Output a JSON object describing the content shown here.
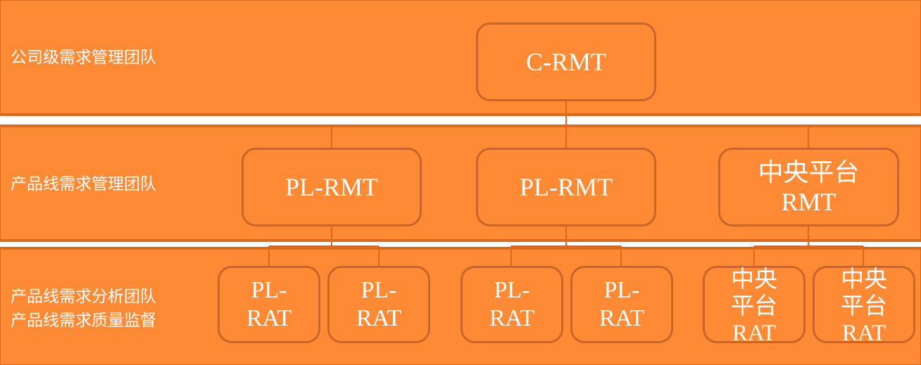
{
  "bands": [
    {
      "label": "公司级需求管理团队"
    },
    {
      "label": "产品线需求管理团队"
    },
    {
      "label_line1": "产品线需求分析团队",
      "label_line2": "产品线需求质量监督"
    }
  ],
  "nodes": {
    "c_rmt": "C-RMT",
    "pl_rmt_1": "PL-RMT",
    "pl_rmt_2": "PL-RMT",
    "central_rmt": "中央平台\nRMT",
    "pl_rat_1": "PL-\nRAT",
    "pl_rat_2": "PL-\nRAT",
    "pl_rat_3": "PL-\nRAT",
    "pl_rat_4": "PL-\nRAT",
    "central_rat_1": "中央\n平台\nRAT",
    "central_rat_2": "中央\n平台\nRAT"
  },
  "colors": {
    "band_fill": "#ff8a36",
    "border": "#c8662a",
    "connector": "#e8641a",
    "text": "#ffffff"
  }
}
